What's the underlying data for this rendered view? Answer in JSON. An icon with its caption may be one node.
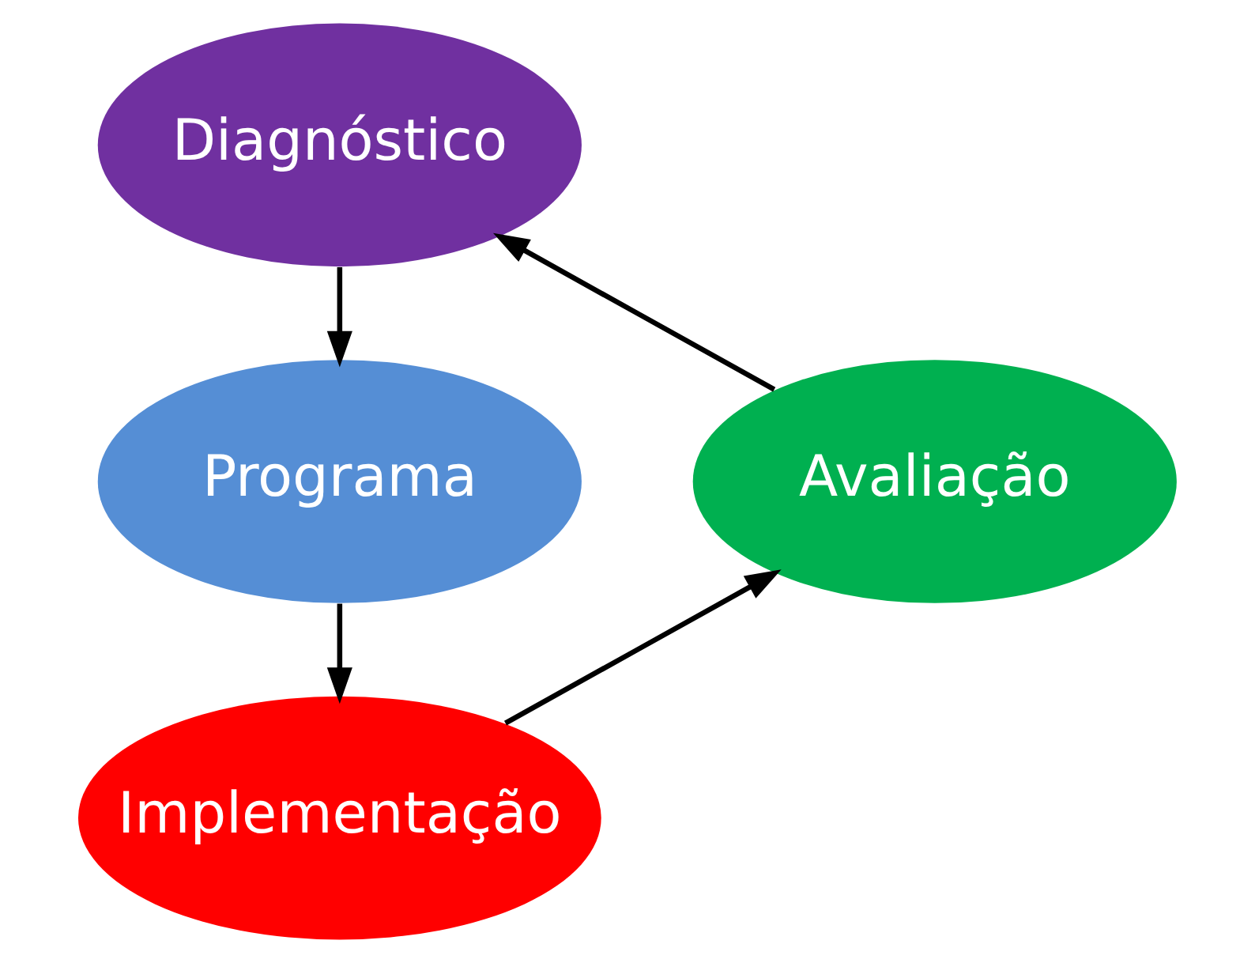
{
  "diagram": {
    "nodes": [
      {
        "text": [
          "Diagnóstico"
        ]
      },
      {
        "text": [
          "Avaliação"
        ]
      },
      {
        "text": [
          "Programa"
        ]
      },
      {
        "text": [
          "Implementação"
        ]
      }
    ],
    "edges": [
      {
        "from": 0,
        "to": 2,
        "arrow": "to"
      },
      {
        "from": 2,
        "to": 3,
        "arrow": "to"
      },
      {
        "from": 3,
        "to": 1,
        "arrow": "to"
      },
      {
        "from": 1,
        "to": 0,
        "arrow": "to"
      }
    ]
  }
}
